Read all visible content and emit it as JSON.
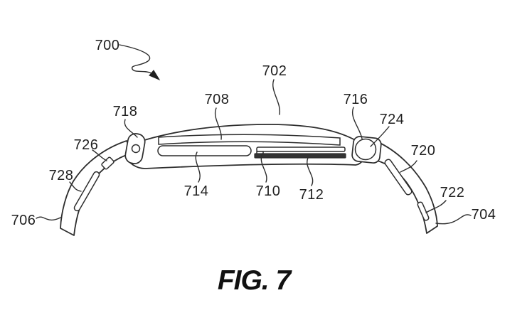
{
  "figure": {
    "caption": "FIG. 7",
    "labels": {
      "l700": "700",
      "l702": "702",
      "l704": "704",
      "l706": "706",
      "l708": "708",
      "l710": "710",
      "l712": "712",
      "l714": "714",
      "l716": "716",
      "l718": "718",
      "l720": "720",
      "l722": "722",
      "l724": "724",
      "l726": "726",
      "l728": "728"
    },
    "colors": {
      "ink": "#1f1f1f",
      "line": "#2d2d2d",
      "background": "#ffffff",
      "fill_dark": "#333333"
    }
  }
}
